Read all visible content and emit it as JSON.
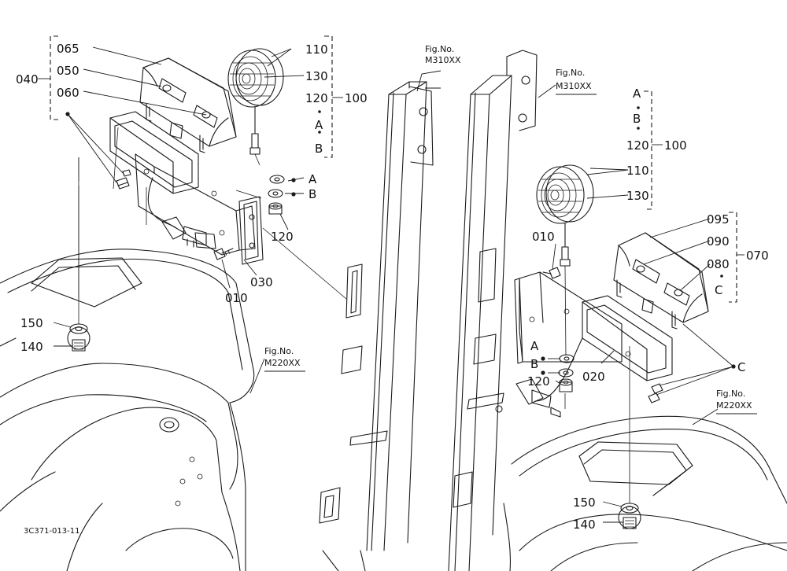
{
  "drawing_code": "3C371-013-11",
  "left_group": {
    "group_label": "040",
    "assy_label": "100",
    "parts": {
      "p065": "065",
      "p050": "050",
      "p060": "060",
      "p110": "110",
      "p130": "130",
      "p120a": "120",
      "pA": "A",
      "pB": "B",
      "wA": "A",
      "wB": "B",
      "nut120": "120",
      "p010": "010",
      "p030": "030",
      "p150": "150",
      "p140": "140"
    },
    "fig_ref_top": {
      "line1": "Fig.No.",
      "line2": "M310XX"
    },
    "fig_ref_bottom": {
      "line1": "Fig.No.",
      "line2": "M220XX"
    }
  },
  "right_group": {
    "group_label": "070",
    "assy_label": "100",
    "parts": {
      "pA": "A",
      "pB": "B",
      "p120": "120",
      "p110": "110",
      "p130": "130",
      "p095": "095",
      "p090": "090",
      "p080": "080",
      "pC": "C",
      "p010": "010",
      "wA": "A",
      "wB": "B",
      "nut120": "120",
      "p020": "020",
      "pCb": "C",
      "p150": "150",
      "p140": "140"
    },
    "fig_ref_top": {
      "line1": "Fig.No.",
      "line2": "M310XX"
    },
    "fig_ref_bottom": {
      "line1": "Fig.No.",
      "line2": "M220XX"
    }
  }
}
